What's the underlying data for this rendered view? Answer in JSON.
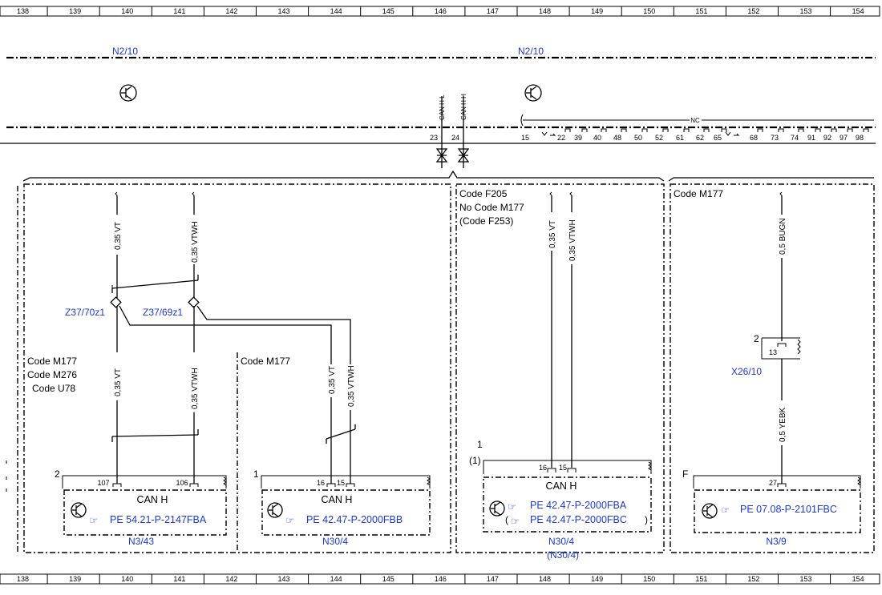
{
  "ruler": [
    "138",
    "139",
    "140",
    "141",
    "142",
    "143",
    "144",
    "145",
    "146",
    "147",
    "148",
    "149",
    "150",
    "151",
    "152",
    "153",
    "154"
  ],
  "modules": {
    "n2_10_left": "N2/10",
    "n2_10_right": "N2/10"
  },
  "connector_top": {
    "wire_a_label": "CAN H L",
    "wire_b_label": "CAN H H",
    "pin_a": "23",
    "pin_b": "24",
    "pins": [
      "15",
      "22",
      "39",
      "40",
      "48",
      "50",
      "52",
      "61",
      "62",
      "65",
      "68",
      "73",
      "74",
      "91",
      "92",
      "97",
      "98"
    ],
    "nc_label": "NC"
  },
  "sections": {
    "s1": {
      "wire_left_top": "0,35 VT",
      "wire_right_top": "0,35 VTWH",
      "splice_left": "Z37/70z1",
      "splice_right": "Z37/69z1",
      "codes": [
        "Code M177",
        "Code M276",
        "Code U78"
      ],
      "wire_left_bottom": "0,35 VT",
      "wire_right_bottom": "0,35 VTWH",
      "conn_num": "2",
      "pin_left": "107",
      "pin_right": "106",
      "can": "CAN H",
      "ref": "PE 54.21-P-2147FBA",
      "component": "N3/43"
    },
    "s2": {
      "code": "Code M177",
      "wire_left": "0,35 VT",
      "wire_right": "0,35 VTWH",
      "conn_num": "1",
      "pin_left": "16",
      "pin_right": "15",
      "can": "CAN H",
      "ref": "PE 42.47-P-2000FBB",
      "component": "N30/4"
    },
    "s3": {
      "codes": [
        "Code F205",
        "No Code M177",
        "(Code F253)"
      ],
      "wire_left": "0,35 VT",
      "wire_right": "0,35 VTWH",
      "conn_num": "1",
      "conn_num_alt": "(1)",
      "pin_left": "16",
      "pin_right": "15",
      "can": "CAN H",
      "ref_a": "PE 42.47-P-2000FBA",
      "ref_b": "PE 42.47-P-2000FBC",
      "paren_open": "(",
      "paren_close": ")",
      "component": "N30/4",
      "component_alt": "(N30/4)"
    },
    "s4": {
      "code": "Code M177",
      "wire_top": "0,5 BUGN",
      "conn_num": "2",
      "pin": "13",
      "connector": "X26/10",
      "wire_bottom": "0,5 YEBK",
      "conn_letter": "F",
      "pin_bottom": "27",
      "ref": "PE 07.08-P-2101FBC",
      "component": "N3/9"
    }
  }
}
